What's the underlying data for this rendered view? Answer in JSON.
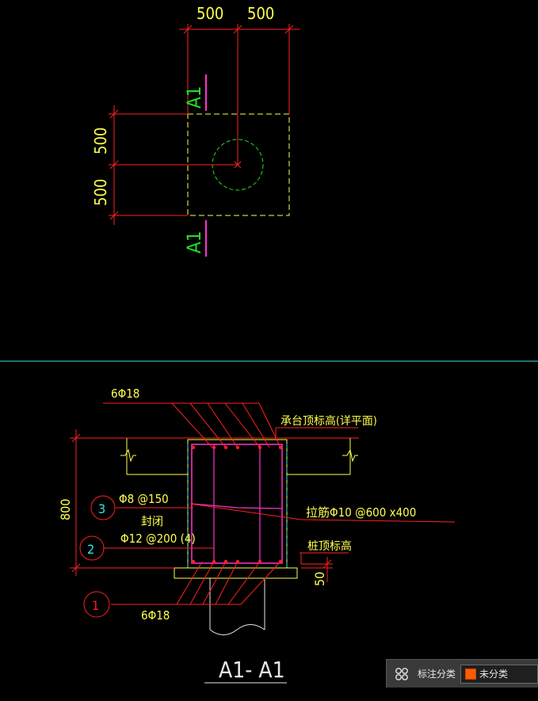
{
  "plan": {
    "dim_top_left": "500",
    "dim_top_right": "500",
    "dim_left_upper": "500",
    "dim_left_lower": "500",
    "section_mark_top": "A1",
    "section_mark_bottom": "A1"
  },
  "section": {
    "label_top_bars": "6Φ18",
    "label_bottom_bars": "6Φ18",
    "label_cap_top_elev": "承台顶标高(详平面)",
    "label_pile_top_elev": "桩顶标高",
    "label_tie_bars": "拉筋Φ10 @600 x400",
    "label_stirrup_1": "Φ8 @150",
    "label_closed": "封闭",
    "label_stirrup_2": "Φ12 @200 (4)",
    "dim_height": "800",
    "dim_embed": "50",
    "callout_1": "1",
    "callout_2": "2",
    "callout_3": "3",
    "title": "A1- A1"
  },
  "toolbar": {
    "category_label": "标注分类",
    "category_value": "未分类",
    "category_icon": "grid-nodes-icon",
    "swatch_color": "#ff5a00"
  },
  "colors": {
    "background": "#000000",
    "dimension_red": "#ff2020",
    "text_yellow": "#ffff4d",
    "section_green": "#22dd22",
    "rebar_magenta": "#ff33cc",
    "divider_cyan": "#39e6e6"
  }
}
